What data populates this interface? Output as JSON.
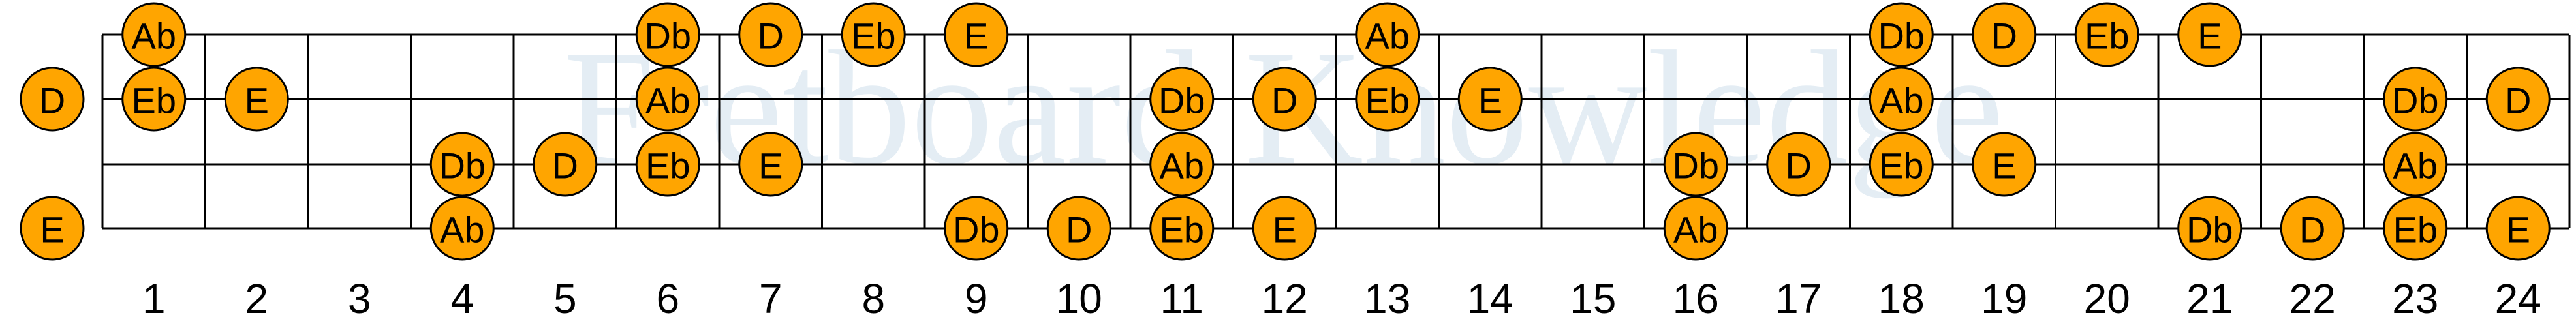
{
  "diagram": {
    "type": "fretboard",
    "watermark": "Fretboard Knowledge",
    "colors": {
      "note_fill": "#FFA500",
      "note_stroke": "#000000",
      "grid": "#000000",
      "watermark": "#e4edf4",
      "background": "#ffffff"
    },
    "strings": 4,
    "frets": 24,
    "fret_numbers": [
      "1",
      "2",
      "3",
      "4",
      "5",
      "6",
      "7",
      "8",
      "9",
      "10",
      "11",
      "12",
      "13",
      "14",
      "15",
      "16",
      "17",
      "18",
      "19",
      "20",
      "21",
      "22",
      "23",
      "24"
    ],
    "open_notes": [
      {
        "string": 2,
        "note": "D"
      },
      {
        "string": 4,
        "note": "E"
      }
    ],
    "notes": [
      {
        "fret": 1,
        "string": 1,
        "note": "Ab"
      },
      {
        "fret": 1,
        "string": 2,
        "note": "Eb"
      },
      {
        "fret": 2,
        "string": 2,
        "note": "E"
      },
      {
        "fret": 4,
        "string": 3,
        "note": "Db"
      },
      {
        "fret": 4,
        "string": 4,
        "note": "Ab"
      },
      {
        "fret": 5,
        "string": 3,
        "note": "D"
      },
      {
        "fret": 6,
        "string": 1,
        "note": "Db"
      },
      {
        "fret": 6,
        "string": 2,
        "note": "Ab"
      },
      {
        "fret": 6,
        "string": 3,
        "note": "Eb"
      },
      {
        "fret": 7,
        "string": 1,
        "note": "D"
      },
      {
        "fret": 7,
        "string": 3,
        "note": "E"
      },
      {
        "fret": 8,
        "string": 1,
        "note": "Eb"
      },
      {
        "fret": 9,
        "string": 1,
        "note": "E"
      },
      {
        "fret": 9,
        "string": 4,
        "note": "Db"
      },
      {
        "fret": 10,
        "string": 4,
        "note": "D"
      },
      {
        "fret": 11,
        "string": 2,
        "note": "Db"
      },
      {
        "fret": 11,
        "string": 3,
        "note": "Ab"
      },
      {
        "fret": 11,
        "string": 4,
        "note": "Eb"
      },
      {
        "fret": 12,
        "string": 2,
        "note": "D"
      },
      {
        "fret": 12,
        "string": 4,
        "note": "E"
      },
      {
        "fret": 13,
        "string": 1,
        "note": "Ab"
      },
      {
        "fret": 13,
        "string": 2,
        "note": "Eb"
      },
      {
        "fret": 14,
        "string": 2,
        "note": "E"
      },
      {
        "fret": 16,
        "string": 3,
        "note": "Db"
      },
      {
        "fret": 16,
        "string": 4,
        "note": "Ab"
      },
      {
        "fret": 17,
        "string": 3,
        "note": "D"
      },
      {
        "fret": 18,
        "string": 1,
        "note": "Db"
      },
      {
        "fret": 18,
        "string": 2,
        "note": "Ab"
      },
      {
        "fret": 18,
        "string": 3,
        "note": "Eb"
      },
      {
        "fret": 19,
        "string": 1,
        "note": "D"
      },
      {
        "fret": 19,
        "string": 3,
        "note": "E"
      },
      {
        "fret": 20,
        "string": 1,
        "note": "Eb"
      },
      {
        "fret": 21,
        "string": 1,
        "note": "E"
      },
      {
        "fret": 21,
        "string": 4,
        "note": "Db"
      },
      {
        "fret": 22,
        "string": 4,
        "note": "D"
      },
      {
        "fret": 23,
        "string": 2,
        "note": "Db"
      },
      {
        "fret": 23,
        "string": 3,
        "note": "Ab"
      },
      {
        "fret": 23,
        "string": 4,
        "note": "Eb"
      },
      {
        "fret": 24,
        "string": 2,
        "note": "D"
      },
      {
        "fret": 24,
        "string": 4,
        "note": "E"
      }
    ]
  }
}
